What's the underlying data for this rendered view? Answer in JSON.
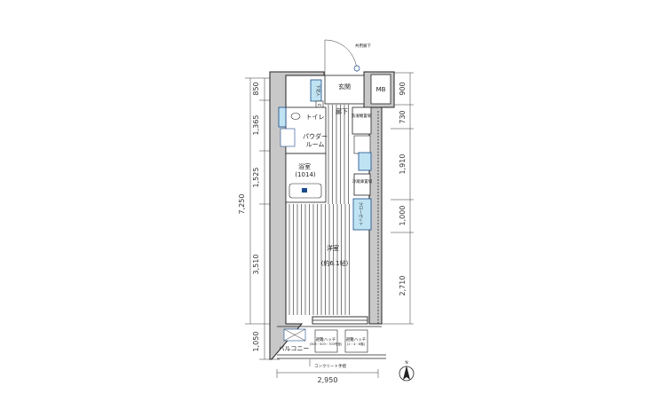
{
  "plan": {
    "corridor": "共用廊下",
    "entrance": "玄関",
    "mb": "MB",
    "shoe_storage": "下足入",
    "ps": "PS",
    "hallway": "廊下",
    "toilet": "トイレ",
    "powder_room_1": "パウダー",
    "powder_room_2": "ルーム",
    "bathroom": "浴室",
    "bathroom_size": "(1014)",
    "washer": "洗濯機置場",
    "fridge": "冷蔵庫置場",
    "closet": "クローゼット",
    "western_room": "洋室",
    "western_room_size": "(約6.1帖)",
    "balcony": "バルコニー",
    "hatch_1_title": "避難ハッチ",
    "hatch_1_note": "(303・503・703号室)",
    "hatch_2_title": "避難ハッチ",
    "hatch_2_note": "(2・4・6階)",
    "railing": "コンクリート手摺",
    "north": "N"
  },
  "dimensions": {
    "left": [
      "850",
      "1,365",
      "1,525",
      "3,510",
      "1,050"
    ],
    "left_total": "7,250",
    "right": [
      "900",
      "730",
      "1,910",
      "1,000",
      "2,710"
    ],
    "bottom": "2,950"
  }
}
